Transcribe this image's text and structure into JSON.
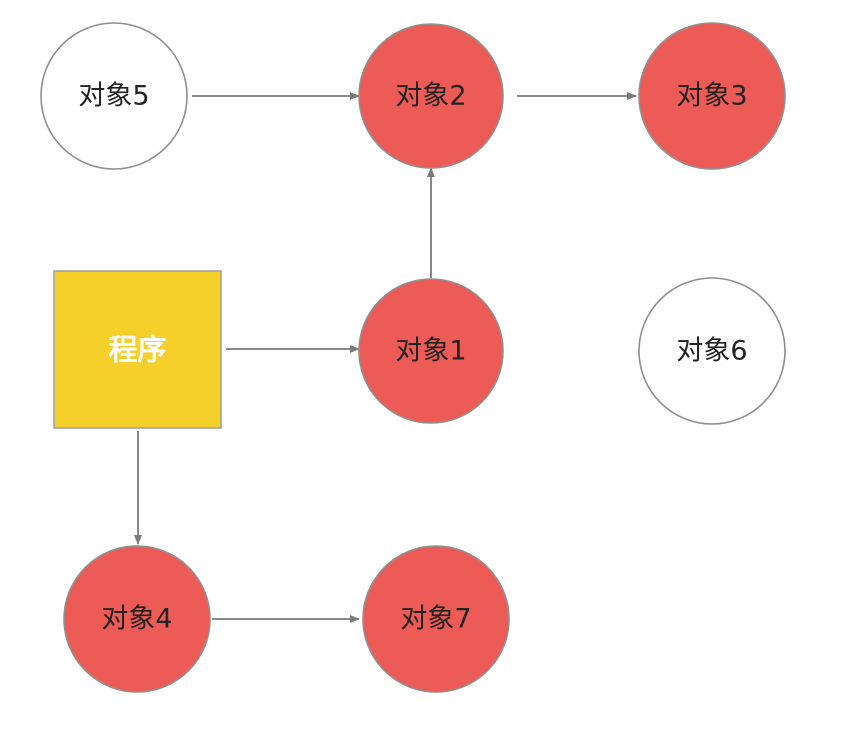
{
  "diagram": {
    "root": {
      "label": "程序",
      "fill": "#F5D02A",
      "stroke": "#9E9E9E"
    },
    "colors": {
      "reachable_fill": "#EC5B55",
      "unreachable_fill": "#FFFFFF",
      "node_stroke": "#8F8F8F",
      "edge": "#7A7A7A"
    },
    "nodes": [
      {
        "id": "obj1",
        "label": "对象1",
        "reachable": true
      },
      {
        "id": "obj2",
        "label": "对象2",
        "reachable": true
      },
      {
        "id": "obj3",
        "label": "对象3",
        "reachable": true
      },
      {
        "id": "obj4",
        "label": "对象4",
        "reachable": true
      },
      {
        "id": "obj5",
        "label": "对象5",
        "reachable": false
      },
      {
        "id": "obj6",
        "label": "对象6",
        "reachable": false
      },
      {
        "id": "obj7",
        "label": "对象7",
        "reachable": true
      }
    ],
    "edges": [
      {
        "from": "root",
        "to": "obj1"
      },
      {
        "from": "root",
        "to": "obj4"
      },
      {
        "from": "obj1",
        "to": "obj2"
      },
      {
        "from": "obj2",
        "to": "obj3"
      },
      {
        "from": "obj5",
        "to": "obj2"
      },
      {
        "from": "obj4",
        "to": "obj7"
      }
    ]
  }
}
